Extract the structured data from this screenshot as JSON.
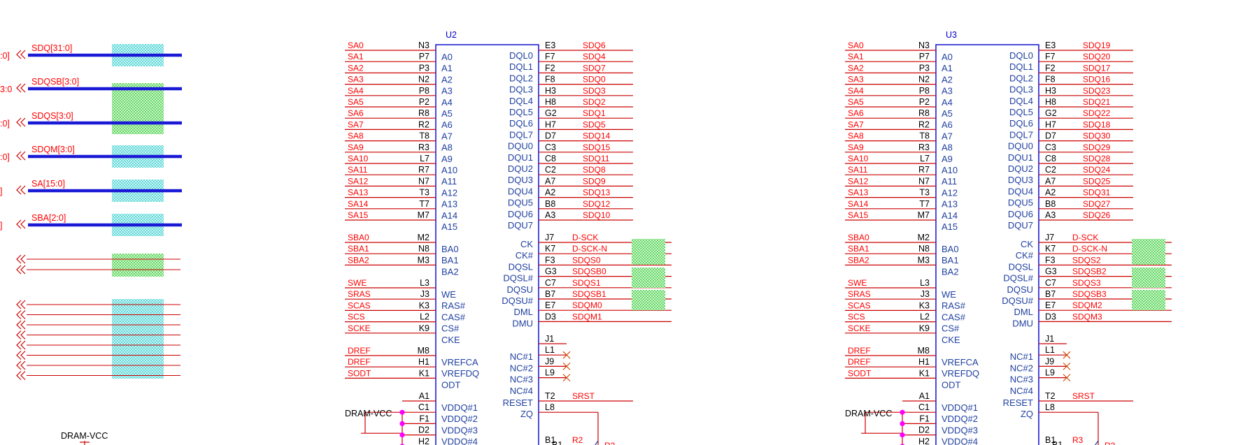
{
  "colors": {
    "wire": "#cc0000",
    "net_label": "#ff0000",
    "pin_text": "#000000",
    "pin_name": "#1f3fa0",
    "body": "#0000cc",
    "bus": "#1a1ad6",
    "junction": "#ff00ff",
    "hatch_cyan": "#33cccc",
    "hatch_green": "#33cc33",
    "nc_mark": "#cc4400"
  },
  "left_panel": {
    "buses": [
      {
        "label": "SDQ[31:0]",
        "stub": ":0]"
      },
      {
        "label": "SDQSB[3:0]",
        "stub": "3:0"
      },
      {
        "label": "SDQS[3:0]",
        "stub": ":0]"
      },
      {
        "label": "SDQM[3:0]",
        "stub": ":0]"
      },
      {
        "label": "SA[15:0]",
        "stub": "]"
      },
      {
        "label": "SBA[2:0]",
        "stub": "]"
      }
    ],
    "power_label": "DRAM-VCC"
  },
  "chips": [
    {
      "ref": "U2",
      "power_net": "DRAM-VCC",
      "left_groups": [
        [
          {
            "net": "SA0",
            "num": "N3",
            "pin": "A0"
          },
          {
            "net": "SA1",
            "num": "P7",
            "pin": "A1"
          },
          {
            "net": "SA2",
            "num": "P3",
            "pin": "A2"
          },
          {
            "net": "SA3",
            "num": "N2",
            "pin": "A3"
          },
          {
            "net": "SA4",
            "num": "P8",
            "pin": "A4"
          },
          {
            "net": "SA5",
            "num": "P2",
            "pin": "A5"
          },
          {
            "net": "SA6",
            "num": "R8",
            "pin": "A6"
          },
          {
            "net": "SA7",
            "num": "R2",
            "pin": "A7"
          },
          {
            "net": "SA8",
            "num": "T8",
            "pin": "A8"
          },
          {
            "net": "SA9",
            "num": "R3",
            "pin": "A9"
          },
          {
            "net": "SA10",
            "num": "L7",
            "pin": "A10"
          },
          {
            "net": "SA11",
            "num": "R7",
            "pin": "A11"
          },
          {
            "net": "SA12",
            "num": "N7",
            "pin": "A12"
          },
          {
            "net": "SA13",
            "num": "T3",
            "pin": "A13"
          },
          {
            "net": "SA14",
            "num": "T7",
            "pin": "A14"
          },
          {
            "net": "SA15",
            "num": "M7",
            "pin": "A15"
          }
        ],
        [
          {
            "net": "SBA0",
            "num": "M2",
            "pin": "BA0"
          },
          {
            "net": "SBA1",
            "num": "N8",
            "pin": "BA1"
          },
          {
            "net": "SBA2",
            "num": "M3",
            "pin": "BA2"
          }
        ],
        [
          {
            "net": "SWE",
            "num": "L3",
            "pin": "WE"
          },
          {
            "net": "SRAS",
            "num": "J3",
            "pin": "RAS#"
          },
          {
            "net": "SCAS",
            "num": "K3",
            "pin": "CAS#"
          },
          {
            "net": "SCS",
            "num": "L2",
            "pin": "CS#"
          },
          {
            "net": "SCKE",
            "num": "K9",
            "pin": "CKE"
          }
        ],
        [
          {
            "net": "DREF",
            "num": "M8",
            "pin": "VREFCA"
          },
          {
            "net": "DREF",
            "num": "H1",
            "pin": "VREFDQ"
          },
          {
            "net": "SODT",
            "num": "K1",
            "pin": "ODT"
          }
        ],
        [
          {
            "net": "",
            "num": "A1",
            "pin": "VDDQ#1"
          },
          {
            "net": "",
            "num": "C1",
            "pin": "VDDQ#2"
          },
          {
            "net": "",
            "num": "F1",
            "pin": "VDDQ#3"
          },
          {
            "net": "",
            "num": "D2",
            "pin": "VDDQ#4"
          },
          {
            "net": "",
            "num": "H2",
            "pin": ""
          }
        ]
      ],
      "right_groups": [
        [
          {
            "pin": "DQL0",
            "num": "E3",
            "net": "SDQ6"
          },
          {
            "pin": "DQL1",
            "num": "F7",
            "net": "SDQ4"
          },
          {
            "pin": "DQL2",
            "num": "F2",
            "net": "SDQ7"
          },
          {
            "pin": "DQL3",
            "num": "F8",
            "net": "SDQ0"
          },
          {
            "pin": "DQL4",
            "num": "H3",
            "net": "SDQ3"
          },
          {
            "pin": "DQL5",
            "num": "H8",
            "net": "SDQ2"
          },
          {
            "pin": "DQL6",
            "num": "G2",
            "net": "SDQ1"
          },
          {
            "pin": "DQL7",
            "num": "H7",
            "net": "SDQ5"
          },
          {
            "pin": "DQU0",
            "num": "D7",
            "net": "SDQ14"
          },
          {
            "pin": "DQU1",
            "num": "C3",
            "net": "SDQ15"
          },
          {
            "pin": "DQU2",
            "num": "C8",
            "net": "SDQ11"
          },
          {
            "pin": "DQU3",
            "num": "C2",
            "net": "SDQ8"
          },
          {
            "pin": "DQU4",
            "num": "A7",
            "net": "SDQ9"
          },
          {
            "pin": "DQU5",
            "num": "A2",
            "net": "SDQ13"
          },
          {
            "pin": "DQU6",
            "num": "B8",
            "net": "SDQ12"
          },
          {
            "pin": "DQU7",
            "num": "A3",
            "net": "SDQ10"
          }
        ],
        [
          {
            "pin": "CK",
            "num": "J7",
            "net": "D-SCK"
          },
          {
            "pin": "CK#",
            "num": "K7",
            "net": "D-SCK-N"
          },
          {
            "pin": "DQSL",
            "num": "F3",
            "net": "SDQS0"
          },
          {
            "pin": "DQSL#",
            "num": "G3",
            "net": "SDQSB0"
          },
          {
            "pin": "DQSU",
            "num": "C7",
            "net": "SDQS1"
          },
          {
            "pin": "DQSU#",
            "num": "B7",
            "net": "SDQSB1"
          },
          {
            "pin": "DML",
            "num": "E7",
            "net": "SDQM0"
          },
          {
            "pin": "DMU",
            "num": "D3",
            "net": "SDQM1"
          }
        ],
        [
          {
            "pin": "",
            "num": "J1",
            "net": ""
          },
          {
            "pin": "NC#1",
            "num": "L1",
            "net": ""
          },
          {
            "pin": "NC#2",
            "num": "J9",
            "net": ""
          },
          {
            "pin": "NC#3",
            "num": "L9",
            "net": ""
          },
          {
            "pin": "NC#4",
            "num": "",
            "net": ""
          }
        ],
        [
          {
            "pin": "RESET",
            "num": "T2",
            "net": "SRST"
          },
          {
            "pin": "ZQ",
            "num": "L8",
            "net": ""
          }
        ],
        [
          {
            "pin": "",
            "num": "B1",
            "net": "R2"
          }
        ]
      ]
    },
    {
      "ref": "U3",
      "power_net": "DRAM-VCC",
      "left_groups": [
        [
          {
            "net": "SA0",
            "num": "N3",
            "pin": "A0"
          },
          {
            "net": "SA1",
            "num": "P7",
            "pin": "A1"
          },
          {
            "net": "SA2",
            "num": "P3",
            "pin": "A2"
          },
          {
            "net": "SA3",
            "num": "N2",
            "pin": "A3"
          },
          {
            "net": "SA4",
            "num": "P8",
            "pin": "A4"
          },
          {
            "net": "SA5",
            "num": "P2",
            "pin": "A5"
          },
          {
            "net": "SA6",
            "num": "R8",
            "pin": "A6"
          },
          {
            "net": "SA7",
            "num": "R2",
            "pin": "A7"
          },
          {
            "net": "SA8",
            "num": "T8",
            "pin": "A8"
          },
          {
            "net": "SA9",
            "num": "R3",
            "pin": "A9"
          },
          {
            "net": "SA10",
            "num": "L7",
            "pin": "A10"
          },
          {
            "net": "SA11",
            "num": "R7",
            "pin": "A11"
          },
          {
            "net": "SA12",
            "num": "N7",
            "pin": "A12"
          },
          {
            "net": "SA13",
            "num": "T3",
            "pin": "A13"
          },
          {
            "net": "SA14",
            "num": "T7",
            "pin": "A14"
          },
          {
            "net": "SA15",
            "num": "M7",
            "pin": "A15"
          }
        ],
        [
          {
            "net": "SBA0",
            "num": "M2",
            "pin": "BA0"
          },
          {
            "net": "SBA1",
            "num": "N8",
            "pin": "BA1"
          },
          {
            "net": "SBA2",
            "num": "M3",
            "pin": "BA2"
          }
        ],
        [
          {
            "net": "SWE",
            "num": "L3",
            "pin": "WE"
          },
          {
            "net": "SRAS",
            "num": "J3",
            "pin": "RAS#"
          },
          {
            "net": "SCAS",
            "num": "K3",
            "pin": "CAS#"
          },
          {
            "net": "SCS",
            "num": "L2",
            "pin": "CS#"
          },
          {
            "net": "SCKE",
            "num": "K9",
            "pin": "CKE"
          }
        ],
        [
          {
            "net": "DREF",
            "num": "M8",
            "pin": "VREFCA"
          },
          {
            "net": "DREF",
            "num": "H1",
            "pin": "VREFDQ"
          },
          {
            "net": "SODT",
            "num": "K1",
            "pin": "ODT"
          }
        ],
        [
          {
            "net": "",
            "num": "A1",
            "pin": "VDDQ#1"
          },
          {
            "net": "",
            "num": "C1",
            "pin": "VDDQ#2"
          },
          {
            "net": "",
            "num": "F1",
            "pin": "VDDQ#3"
          },
          {
            "net": "",
            "num": "D2",
            "pin": "VDDQ#4"
          },
          {
            "net": "",
            "num": "H2",
            "pin": ""
          }
        ]
      ],
      "right_groups": [
        [
          {
            "pin": "DQL0",
            "num": "E3",
            "net": "SDQ19"
          },
          {
            "pin": "DQL1",
            "num": "F7",
            "net": "SDQ20"
          },
          {
            "pin": "DQL2",
            "num": "F2",
            "net": "SDQ17"
          },
          {
            "pin": "DQL3",
            "num": "F8",
            "net": "SDQ16"
          },
          {
            "pin": "DQL4",
            "num": "H3",
            "net": "SDQ23"
          },
          {
            "pin": "DQL5",
            "num": "H8",
            "net": "SDQ21"
          },
          {
            "pin": "DQL6",
            "num": "G2",
            "net": "SDQ22"
          },
          {
            "pin": "DQL7",
            "num": "H7",
            "net": "SDQ18"
          },
          {
            "pin": "DQU0",
            "num": "D7",
            "net": "SDQ30"
          },
          {
            "pin": "DQU1",
            "num": "C3",
            "net": "SDQ29"
          },
          {
            "pin": "DQU2",
            "num": "C8",
            "net": "SDQ28"
          },
          {
            "pin": "DQU3",
            "num": "C2",
            "net": "SDQ24"
          },
          {
            "pin": "DQU4",
            "num": "A7",
            "net": "SDQ25"
          },
          {
            "pin": "DQU5",
            "num": "A2",
            "net": "SDQ31"
          },
          {
            "pin": "DQU6",
            "num": "B8",
            "net": "SDQ27"
          },
          {
            "pin": "DQU7",
            "num": "A3",
            "net": "SDQ26"
          }
        ],
        [
          {
            "pin": "CK",
            "num": "J7",
            "net": "D-SCK"
          },
          {
            "pin": "CK#",
            "num": "K7",
            "net": "D-SCK-N"
          },
          {
            "pin": "DQSL",
            "num": "F3",
            "net": "SDQS2"
          },
          {
            "pin": "DQSL#",
            "num": "G3",
            "net": "SDQSB2"
          },
          {
            "pin": "DQSU",
            "num": "C7",
            "net": "SDQS3"
          },
          {
            "pin": "DQSU#",
            "num": "B7",
            "net": "SDQSB3"
          },
          {
            "pin": "DML",
            "num": "E7",
            "net": "SDQM2"
          },
          {
            "pin": "DMU",
            "num": "D3",
            "net": "SDQM3"
          }
        ],
        [
          {
            "pin": "",
            "num": "J1",
            "net": ""
          },
          {
            "pin": "NC#1",
            "num": "L1",
            "net": ""
          },
          {
            "pin": "NC#2",
            "num": "J9",
            "net": ""
          },
          {
            "pin": "NC#3",
            "num": "L9",
            "net": ""
          },
          {
            "pin": "NC#4",
            "num": "",
            "net": ""
          }
        ],
        [
          {
            "pin": "RESET",
            "num": "T2",
            "net": "SRST"
          },
          {
            "pin": "ZQ",
            "num": "L8",
            "net": ""
          }
        ],
        [
          {
            "pin": "",
            "num": "B1",
            "net": "R3"
          }
        ]
      ]
    }
  ]
}
